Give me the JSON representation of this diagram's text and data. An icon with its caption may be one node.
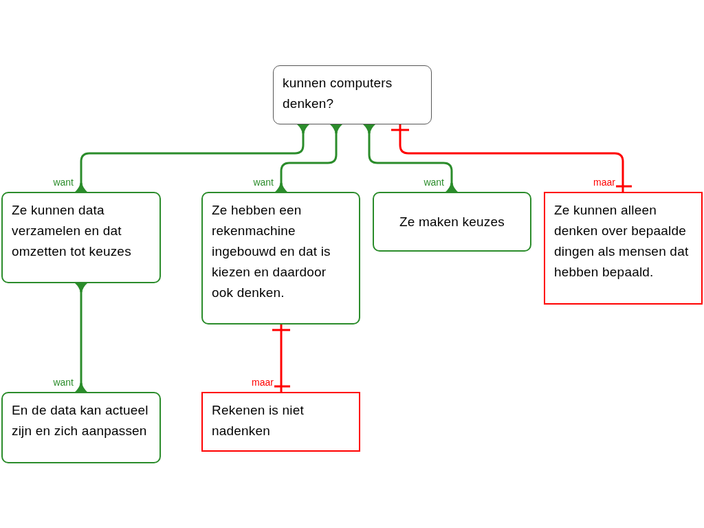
{
  "diagram": {
    "nodes": [
      {
        "text": [
          "kunnen computers denken?"
        ]
      },
      {
        "text": [
          "Ze kunnen data verzamelen en dat omzetten tot keuzes"
        ]
      },
      {
        "text": [
          "Ze hebben een rekenmachine ingebouwd en dat is kiezen en daardoor ook denken."
        ]
      },
      {
        "text": [
          "Ze maken keuzes"
        ]
      },
      {
        "text": [
          "Ze kunnen alleen denken over bepaalde dingen als mensen dat hebben bepaald."
        ]
      },
      {
        "text": [
          "En de data kan actueel zijn en zich aanpassen"
        ]
      },
      {
        "text": [
          "Rekenen is niet nadenken"
        ]
      }
    ],
    "edges": [
      {
        "from": 1,
        "to": 0,
        "arrow": "other",
        "label": "want"
      },
      {
        "from": 2,
        "to": 0,
        "arrow": "other",
        "label": "want"
      },
      {
        "from": 3,
        "to": 0,
        "arrow": "other",
        "label": "want"
      },
      {
        "from": 4,
        "to": 0,
        "arrow": "other",
        "label": "maar",
        "color": "#ff0000"
      },
      {
        "from": 5,
        "to": 1,
        "arrow": "other",
        "label": "want"
      },
      {
        "from": 6,
        "to": 2,
        "arrow": "other",
        "label": "maar",
        "color": "#ff0000"
      }
    ]
  }
}
